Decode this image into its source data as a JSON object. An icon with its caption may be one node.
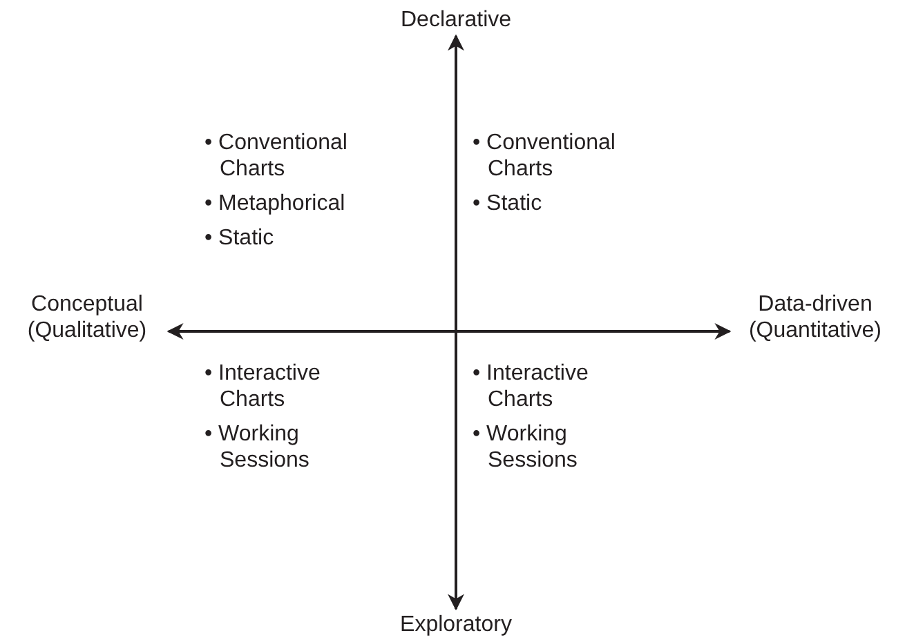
{
  "diagram": {
    "nodes": [
      {
        "text": [
          "Declarative"
        ]
      },
      {
        "text": [
          "Conceptual (Qualitative)"
        ]
      },
      {
        "text": [
          "Data-driven (Quantitative)"
        ]
      },
      {
        "text": [
          "Exploratory"
        ]
      }
    ],
    "edges": [
      {
        "from": 0,
        "to": 3,
        "arrow": "both"
      },
      {
        "from": 1,
        "to": 2,
        "arrow": "both"
      }
    ],
    "labels": [
      "• Conventional Charts",
      "• Metaphorical",
      "• Static",
      "• Conventional Charts",
      "• Static",
      "• Interactive Charts",
      "• Working Sessions",
      "• Interactive Charts",
      "• Working Sessions"
    ]
  }
}
